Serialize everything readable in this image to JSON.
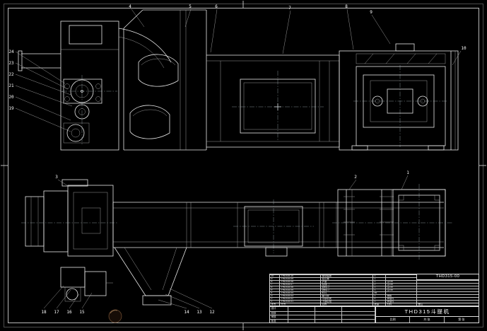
{
  "colors": {
    "background": "#000000",
    "line": "#e8e8e8"
  },
  "title_block": {
    "product_name": "THD315斗提机",
    "drawing_number": "THD315-00",
    "scale_label": "比例",
    "total_sheets_label": "共 张",
    "sheet_number_label": "第 张",
    "sign_labels": [
      "设计",
      "校核",
      "审核",
      "批准"
    ]
  },
  "bom": {
    "headers": [
      "序号",
      "代号",
      "名称",
      "数量",
      "材料",
      "备注"
    ],
    "rows": [
      {
        "no": "10",
        "code": "THD315-10",
        "name": "驱动装置",
        "qty": "1",
        "mat": "",
        "note": ""
      },
      {
        "no": "9",
        "code": "THD315-09",
        "name": "逆止器",
        "qty": "1",
        "mat": "",
        "note": ""
      },
      {
        "no": "8",
        "code": "THD315-08",
        "name": "护罩",
        "qty": "1",
        "mat": "Q235",
        "note": ""
      },
      {
        "no": "7",
        "code": "THD315-07",
        "name": "检视门",
        "qty": "2",
        "mat": "Q235",
        "note": ""
      },
      {
        "no": "6",
        "code": "THD315-06",
        "name": "卸料口",
        "qty": "1",
        "mat": "Q235",
        "note": ""
      },
      {
        "no": "5",
        "code": "THD315-05",
        "name": "进料口",
        "qty": "1",
        "mat": "Q235",
        "note": ""
      },
      {
        "no": "4",
        "code": "THD315-04",
        "name": "料斗",
        "qty": "46",
        "mat": "",
        "note": ""
      },
      {
        "no": "3",
        "code": "THD315-03",
        "name": "畚斗带",
        "qty": "1",
        "mat": "橡胶",
        "note": ""
      },
      {
        "no": "2",
        "code": "THD315-02",
        "name": "中部机壳",
        "qty": "4",
        "mat": "焊接件",
        "note": ""
      },
      {
        "no": "1",
        "code": "THD315-01",
        "name": "下部区段",
        "qty": "1",
        "mat": "焊接件",
        "note": ""
      }
    ]
  },
  "callouts": [
    "4",
    "5",
    "6",
    "7",
    "8",
    "9",
    "10",
    "24",
    "23",
    "22",
    "21",
    "20",
    "19",
    "1",
    "2",
    "3",
    "18",
    "17",
    "16",
    "15",
    "14",
    "13",
    "12"
  ]
}
